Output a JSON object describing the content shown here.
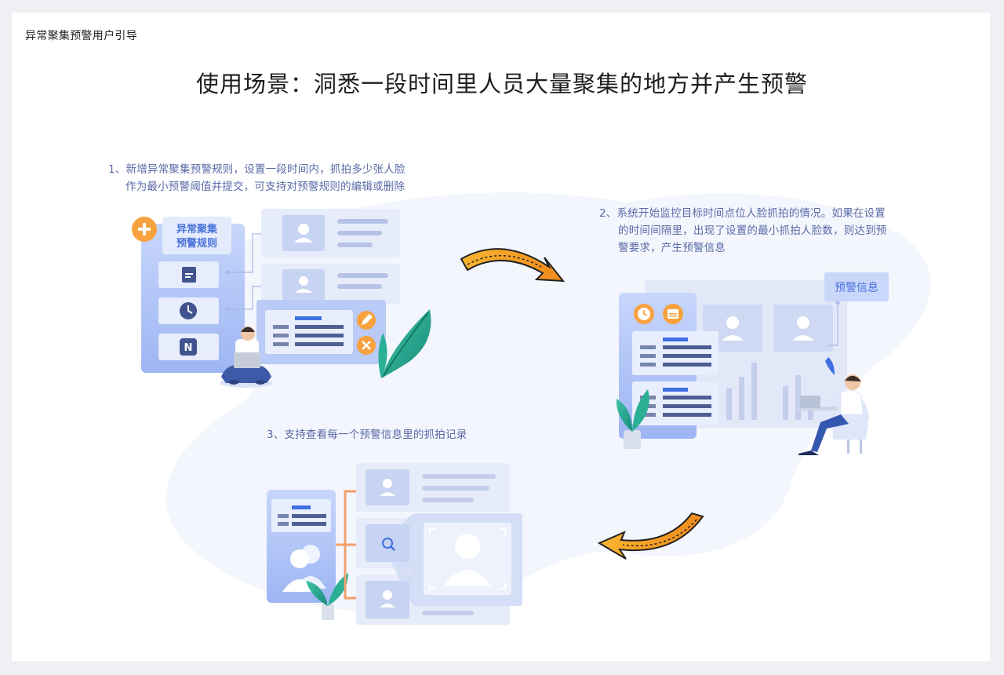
{
  "page": {
    "title": "异常聚集预警用户引导",
    "scene_title": "使用场景：洞悉一段时间里人员大量聚集的地方并产生预警"
  },
  "steps": [
    {
      "line1": "1、新增异常聚集预警规则，设置一段时间内，抓拍多少张人脸",
      "line2": "作为最小预警阈值并提交，可支持对预警规则的编辑或删除"
    },
    {
      "line1": "2、系统开始监控目标时间点位人脸抓拍的情况。如果在设置",
      "line2": "的时间间隔里，出现了设置的最小抓拍人脸数，则达到预",
      "line3": "警要求，产生预警信息"
    },
    {
      "line1": "3、支持查看每一个预警信息里的抓拍记录"
    }
  ],
  "illustration": {
    "rule_card_title_line1": "异常聚集",
    "rule_card_title_line2": "预警规则",
    "alert_tag": "预警信息",
    "rule_icons": [
      "plus-icon",
      "calendar-icon",
      "clock-icon",
      "n-letter-icon",
      "edit-icon",
      "delete-icon"
    ],
    "accent_color": "#f7a23e",
    "brand_color": "#4a73d9"
  }
}
